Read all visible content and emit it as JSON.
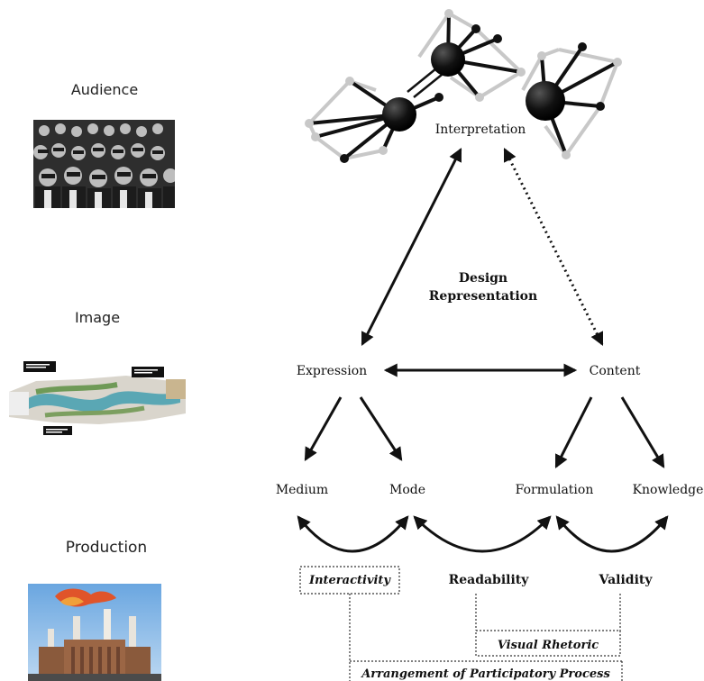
{
  "side": {
    "audience_label": "Audience",
    "image_label": "Image",
    "production_label": "Production"
  },
  "diagram": {
    "interpretation": "Interpretation",
    "center_line1": "Design",
    "center_line2": "Representation",
    "expression": "Expression",
    "content": "Content",
    "medium": "Medium",
    "mode": "Mode",
    "formulation": "Formulation",
    "knowledge": "Knowledge",
    "interactivity": "Interactivity",
    "readability": "Readability",
    "validity": "Validity",
    "visual_rhetoric": "Visual Rhetoric",
    "arrangement": "Arrangement of Participatory Process"
  }
}
